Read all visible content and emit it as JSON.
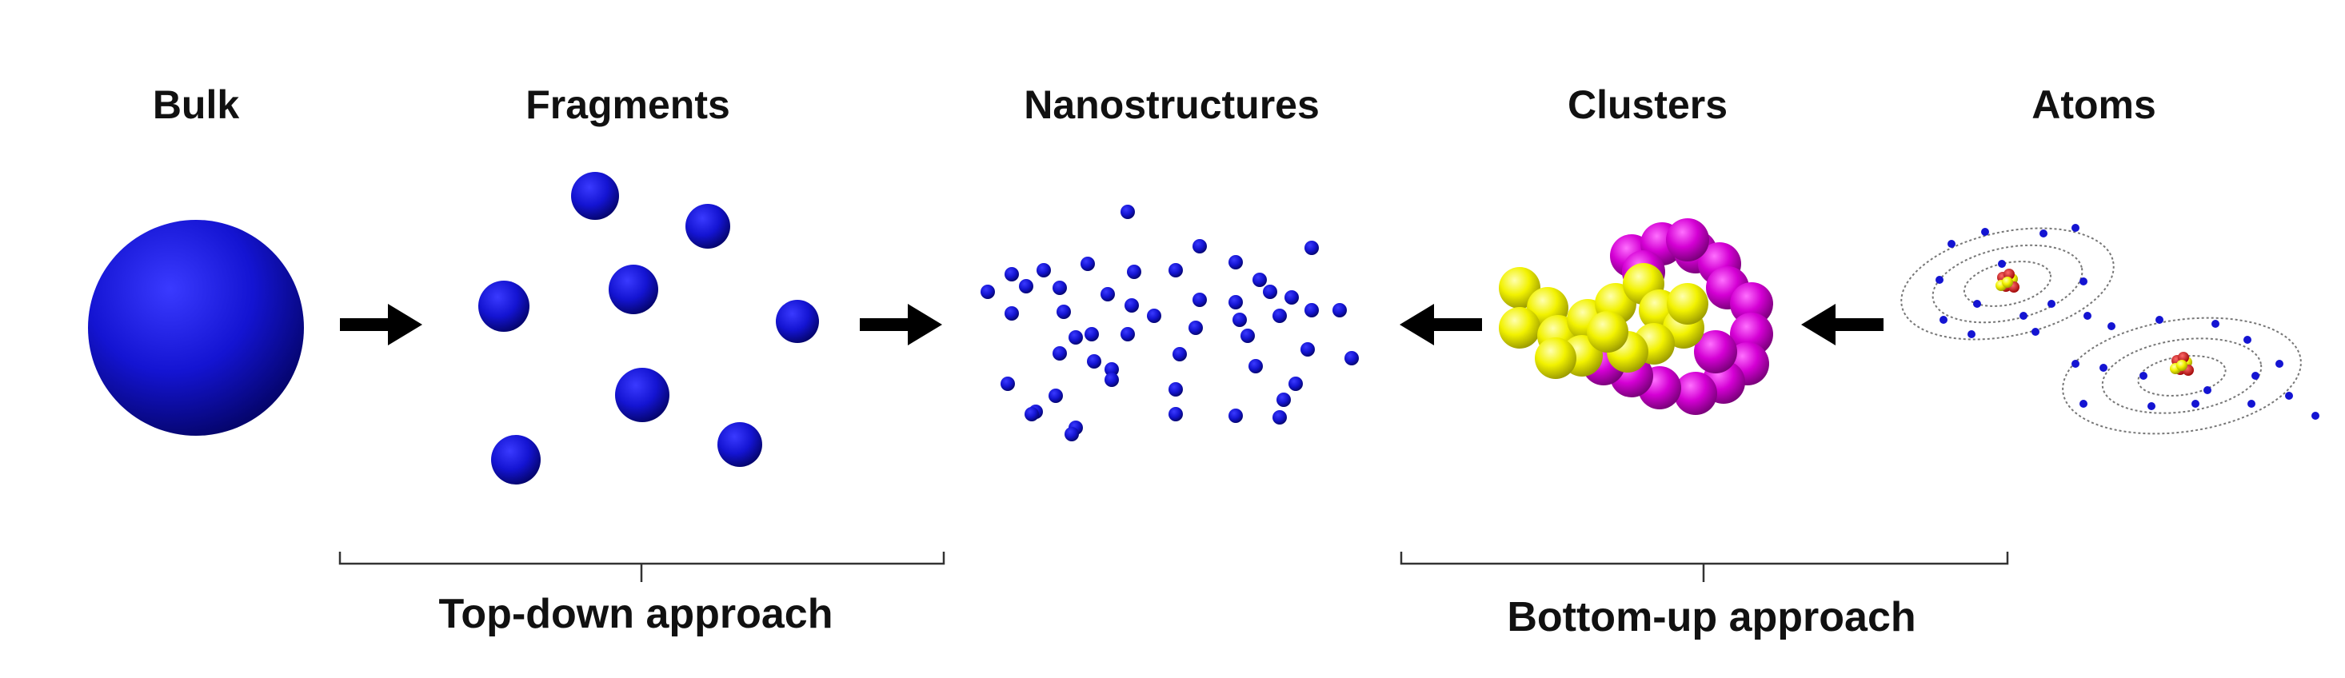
{
  "stages": {
    "bulk": "Bulk",
    "fragments": "Fragments",
    "nanostructures": "Nanostructures",
    "clusters": "Clusters",
    "atoms": "Atoms"
  },
  "approaches": {
    "top_down": "Top-down approach",
    "bottom_up": "Bottom-up approach"
  },
  "colors": {
    "particle_blue": "#1414d2",
    "cluster_yellow": "#f2f200",
    "cluster_magenta": "#d400d4",
    "nucleus_red": "#c81e1e",
    "arrow": "#000000",
    "text": "#111111"
  }
}
